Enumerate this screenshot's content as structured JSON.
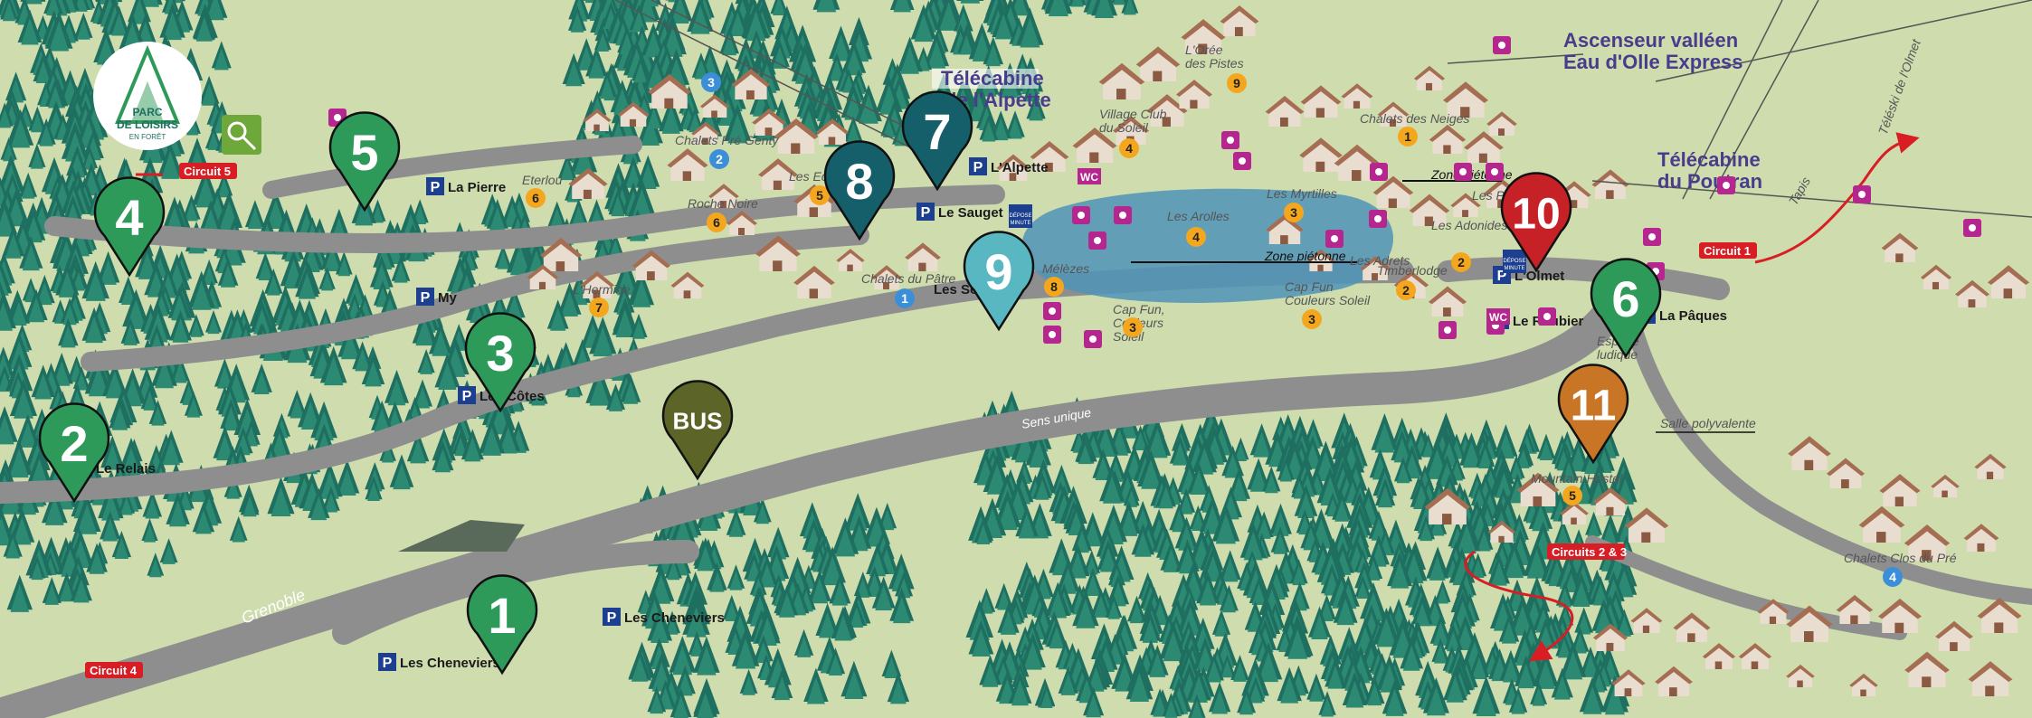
{
  "colors": {
    "grass": "#cfdcae",
    "forest": "#1f6f60",
    "road": "#8e8e8e",
    "pin_green": "#2e9a5a",
    "pin_teal_dark": "#155f6b",
    "pin_teal_light": "#58b7c1",
    "pin_red": "#c52127",
    "pin_orange": "#c97526",
    "pin_olive": "#5c6428",
    "circuit_red": "#d81e24",
    "parking_blue": "#1d3f8f",
    "lodge_orange": "#f4a71d",
    "lodge_blue": "#3b8fd8",
    "lift_purple": "#b5268e"
  },
  "logo": {
    "lines": [
      "PARC",
      "DE LOISIRS",
      "EN FORÊT"
    ]
  },
  "pins": [
    {
      "id": "pin-1",
      "label": "1",
      "color": "pin_green"
    },
    {
      "id": "pin-2",
      "label": "2",
      "color": "pin_green"
    },
    {
      "id": "pin-3",
      "label": "3",
      "color": "pin_green"
    },
    {
      "id": "pin-4",
      "label": "4",
      "color": "pin_green"
    },
    {
      "id": "pin-5",
      "label": "5",
      "color": "pin_green"
    },
    {
      "id": "pin-6",
      "label": "6",
      "color": "pin_green"
    },
    {
      "id": "pin-7",
      "label": "7",
      "color": "pin_teal_dark"
    },
    {
      "id": "pin-8",
      "label": "8",
      "color": "pin_teal_dark"
    },
    {
      "id": "pin-9",
      "label": "9",
      "color": "pin_teal_light"
    },
    {
      "id": "pin-10",
      "label": "10",
      "color": "pin_red"
    },
    {
      "id": "pin-11",
      "label": "11",
      "color": "pin_orange"
    },
    {
      "id": "pin-bus",
      "label": "BUS",
      "color": "pin_olive"
    }
  ],
  "titles": {
    "telecabine_alpette": [
      "Télécabine",
      "de l'Alpette"
    ],
    "ascenseur": [
      "Ascenseur valléen",
      "Eau d'Olle Express"
    ],
    "telecabine_poutran": [
      "Télécabine",
      "du Poutran"
    ]
  },
  "parkings": {
    "la_pierre": "La Pierre",
    "my": "My",
    "les_cotes": "Les Côtes",
    "le_relais": "Le Relais",
    "les_cheneviers_1": "Les Cheneviers",
    "les_cheneviers_2": "Les Cheneviers",
    "l_alpette": "L'Alpette",
    "le_sauget": "Le Sauget",
    "l_olmet": "L'Olmet",
    "le_roubier": "Le Roubier",
    "la_paques": "La Pâques",
    "les_sorbiers": "Les Sorbiers"
  },
  "places": {
    "chalets_pre_genty": "Chalets Pré Genty",
    "eterlou": "Eterlou",
    "roche_noire": "Roche Noire",
    "les_ecrins": "Les Ecrins",
    "l_hermine": "L'Hermine",
    "chalets_du_patre": "Chalets du Pâtre",
    "village_club": [
      "Village Club",
      "du Soleil"
    ],
    "l_oree": [
      "L'Orée",
      "des Pistes"
    ],
    "chalets_des_neiges": "Chalets des Neiges",
    "les_myrtilles": "Les Myrtilles",
    "les_adrets": "Les Adrets",
    "les_arolles": "Les Arolles",
    "les_adonides": "Les Adonides",
    "timberlodge": "Timberlodge",
    "cap_fun_1": [
      "Cap Fun",
      "Couleurs Soleil"
    ],
    "cap_fun_2": [
      "Cap Fun,",
      "Couleurs",
      "Soleil"
    ],
    "melezes": "Mélèzes",
    "mountain_hostel": "Mountain Hostel",
    "chalets_clos_du_pre": "Chalets Clos du Pré",
    "les_pistes": "Les Pistes",
    "espace_ludique": [
      "Espace",
      "ludique"
    ],
    "salle_polyvalente": "Salle polyvalente"
  },
  "zones": {
    "zone_pietonne_1": "Zone piétonne",
    "zone_pietonne_2": "Zone piétonne"
  },
  "roads": {
    "sens_unique": "Sens unique",
    "grenoble": "Grenoble"
  },
  "lifts": {
    "teleski_olmet": "Téléski de l'Olmet",
    "tapis": "Tapis"
  },
  "circuits": {
    "circuit_5": "Circuit 5",
    "circuit_4": "Circuit 4",
    "circuit_1": "Circuit 1",
    "circuit_2_3": "Circuits 2 & 3"
  },
  "badges": {
    "b1": "1",
    "b2": "2",
    "b3": "3",
    "b4": "4",
    "b5": "5",
    "b6": "6",
    "b7": "7",
    "b8": "8",
    "b9": "9"
  },
  "depose_minute": [
    "DÉPOSE",
    "MINUTE"
  ],
  "wc": "WC"
}
